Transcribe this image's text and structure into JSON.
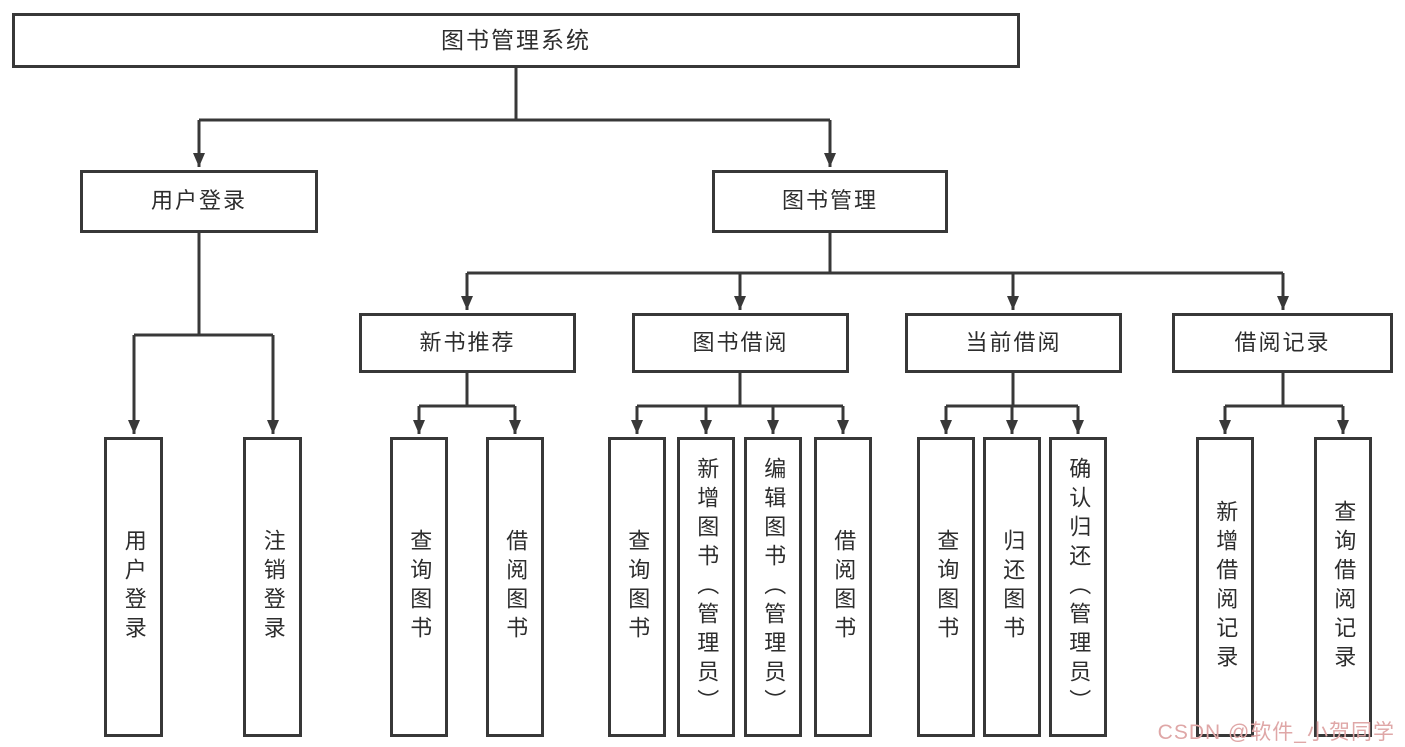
{
  "tree": {
    "root": {
      "label": "图书管理系统"
    },
    "branches": [
      {
        "label": "用户登录",
        "children": [
          {
            "label": "用户登录"
          },
          {
            "label": "注销登录"
          }
        ]
      },
      {
        "label": "图书管理",
        "sections": [
          {
            "label": "新书推荐",
            "children": [
              {
                "label": "查询图书"
              },
              {
                "label": "借阅图书"
              }
            ]
          },
          {
            "label": "图书借阅",
            "children": [
              {
                "label": "查询图书"
              },
              {
                "label": "新增图书（管理员）"
              },
              {
                "label": "编辑图书（管理员）"
              },
              {
                "label": "借阅图书"
              }
            ]
          },
          {
            "label": "当前借阅",
            "children": [
              {
                "label": "查询图书"
              },
              {
                "label": "归还图书"
              },
              {
                "label": "确认归还（管理员）"
              }
            ]
          },
          {
            "label": "借阅记录",
            "children": [
              {
                "label": "新增借阅记录"
              },
              {
                "label": "查询借阅记录"
              }
            ]
          }
        ]
      }
    ]
  },
  "watermark": {
    "text": "CSDN @软件_小贺同学",
    "color": "#dfa7a7"
  },
  "colors": {
    "line": "#383838",
    "box_border": "#383838",
    "text": "#2d2d2d",
    "background": "#ffffff"
  }
}
